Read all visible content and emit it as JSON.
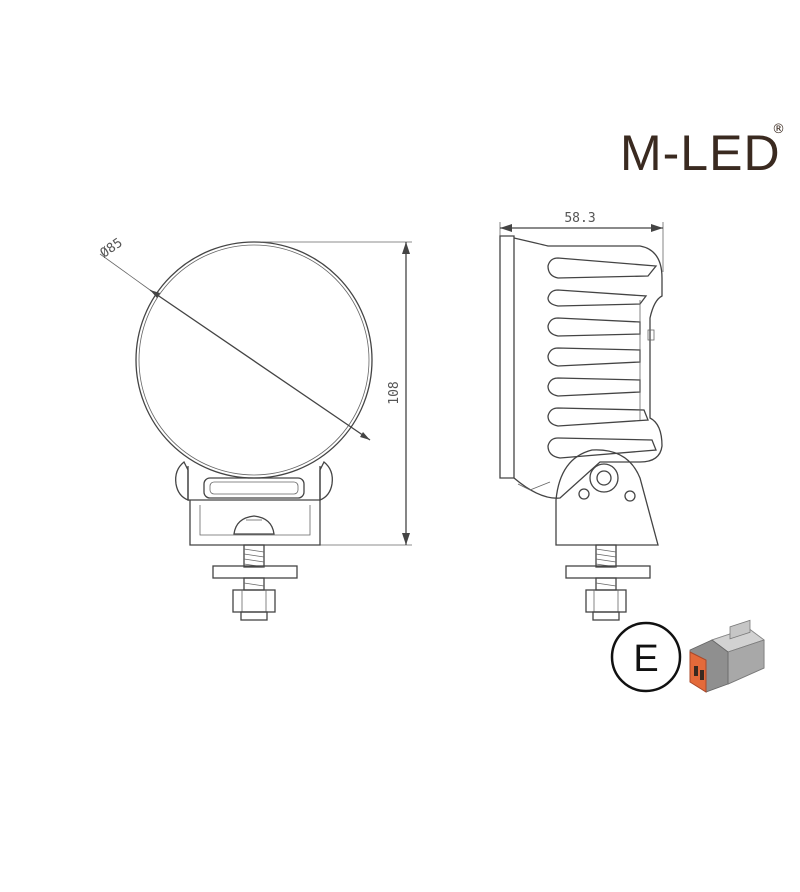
{
  "brand": {
    "logo_text": "M-LED",
    "registered_mark": "®"
  },
  "dimensions": {
    "diameter": "Ø85",
    "height": "108",
    "depth": "58.3"
  },
  "connector": {
    "label": "E",
    "icon": "deutsch-connector-icon"
  },
  "colors": {
    "logo": "#3a2a20",
    "line": "#444444",
    "connector_seal": "#e46a3a",
    "connector_body": "#b9b9b9"
  }
}
